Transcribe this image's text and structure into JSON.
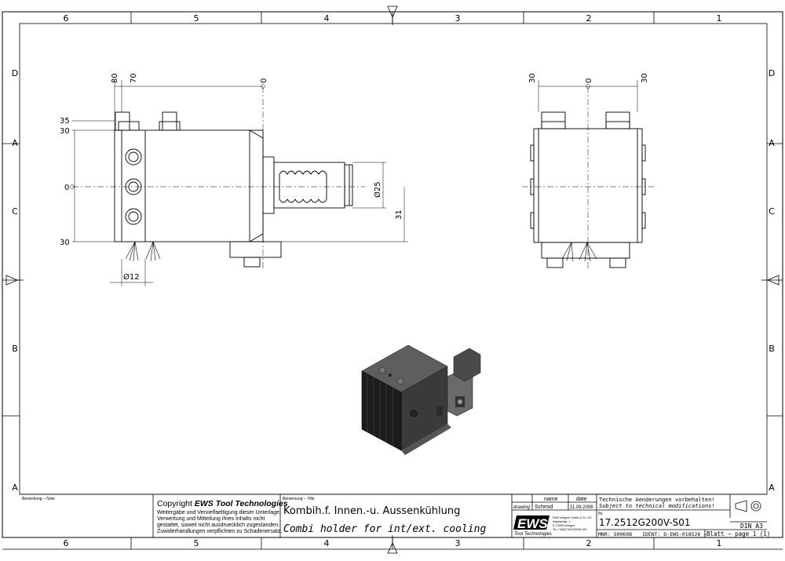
{
  "zones": {
    "top": [
      "6",
      "5",
      "4",
      "3",
      "2",
      "1"
    ],
    "bottom": [
      "6",
      "5",
      "4",
      "3",
      "2",
      "1"
    ],
    "left": [
      "D",
      "C",
      "B",
      "A"
    ],
    "right": [
      "D",
      "C",
      "B",
      "A"
    ],
    "left_mid": [
      "A",
      "C"
    ]
  },
  "front_view": {
    "top_dims": [
      "80",
      "70",
      "0"
    ],
    "left_dims": [
      "35",
      "30",
      "0",
      "30"
    ],
    "right_dims": [
      "Ø25",
      "31"
    ],
    "bottom_dim": "Ø12"
  },
  "side_view": {
    "top_dims": [
      "30",
      "0",
      "30"
    ]
  },
  "title_block": {
    "remark_label": "Bemerkung – Note",
    "copyright_prefix": "Copyright ",
    "copyright_brand": "EWS Tool Technologies",
    "copyright_lines": [
      "Weitergabe und Vervielfaeltigung dieser Unterlage,",
      "Verwertung und Mitteilung ihres Inhalts nicht",
      "gestattet, soweit nicht ausdruecklich zugestanden.",
      "Zuwiderhandlungen verpflichten zu Schadenersatz."
    ],
    "name_label": "Benennung – Title",
    "title_de": "Kombih.f. Innen.-u. Aussenkühlung",
    "title_en": "Combi holder for int/ext. cooling",
    "col_name": "name",
    "col_date": "date",
    "row_label": "drawing",
    "drawn_by": "Schmid",
    "drawn_date": "11.08.2006",
    "logo_text": "EWS",
    "logo_sub": "Tool Technologies",
    "address_lines": [
      "EWS Weigele GmbH & Co. KG",
      "Maybachstr. 1",
      "D-73095 Uhingen",
      "Tel. +49(0)7161/93040-100"
    ],
    "notice_de": "Technische Aenderungen vorbehalten!",
    "notice_en": "Subject to technical modifications!",
    "nr_label": "Nr.",
    "part_number": "17.2512G200V-S01",
    "mnr": "MNR: S00698",
    "ident": "IDENT: D-EWS-018526 –",
    "sheet": "Blatt – page 1 (1)",
    "format": "DIN A3"
  }
}
